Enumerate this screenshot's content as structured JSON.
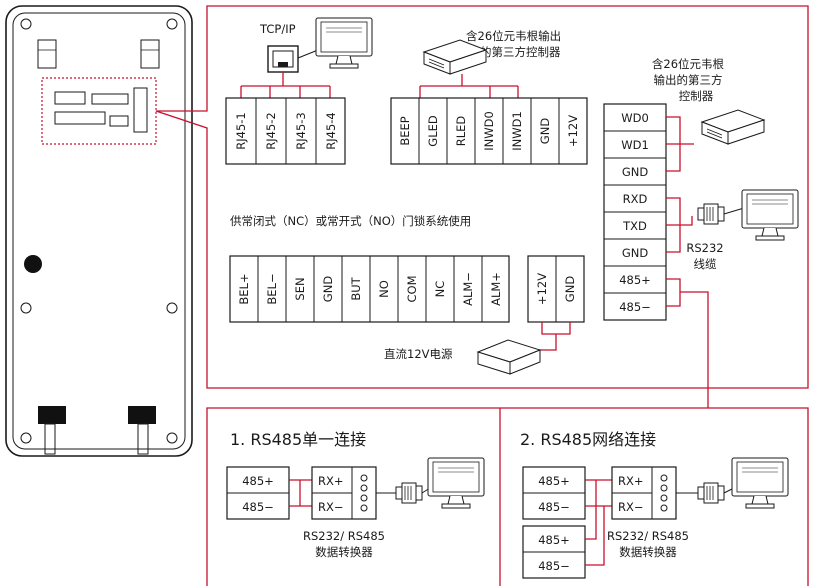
{
  "tcpip": {
    "label": "TCP/IP",
    "pins": [
      "RJ45-1",
      "RJ45-2",
      "RJ45-3",
      "RJ45-4"
    ]
  },
  "wiegand_top": {
    "label_line1": "含26位元韦根输出",
    "label_line2": "的第三方控制器",
    "pins": [
      "BEEP",
      "GLED",
      "RLED",
      "INWD0",
      "INWD1",
      "GND",
      "+12V"
    ]
  },
  "wiegand_right": {
    "label_line1": "含26位元韦根",
    "label_line2": "输出的第三方",
    "label_line3": "控制器"
  },
  "right_terminal": {
    "pins": [
      "WD0",
      "WD1",
      "GND",
      "RXD",
      "TXD",
      "GND",
      "485+",
      "485−"
    ]
  },
  "rs232": {
    "label_line1": "RS232",
    "label_line2": "线缆"
  },
  "lock": {
    "label": "供常闭式（NC）或常开式（NO）门锁系统使用",
    "pins": [
      "BEL+",
      "BEL−",
      "SEN",
      "GND",
      "BUT",
      "NO",
      "COM",
      "NC",
      "ALM−",
      "ALM+"
    ]
  },
  "power": {
    "pins": [
      "+12V",
      "GND"
    ],
    "label": "直流12V电源"
  },
  "rs485_single": {
    "title": "1. RS485单一连接",
    "pins": [
      "485+",
      "485−"
    ],
    "conv_pins": [
      "RX+",
      "RX−"
    ],
    "conv_line1": "RS232/ RS485",
    "conv_line2": "数据转换器"
  },
  "rs485_network": {
    "title": "2. RS485网络连接",
    "pins_a": [
      "485+",
      "485−"
    ],
    "pins_b": [
      "485+",
      "485−"
    ],
    "conv_pins": [
      "RX+",
      "RX−"
    ],
    "conv_line1": "RS232/ RS485",
    "conv_line2": "数据转换器"
  },
  "colors": {
    "accent": "#c8102e",
    "line": "#1a1a1a",
    "background": "#ffffff"
  },
  "icons": [
    "computer-monitor-icon",
    "rj45-port-icon",
    "controller-box-icon",
    "power-supply-icon",
    "serial-connector-icon"
  ]
}
